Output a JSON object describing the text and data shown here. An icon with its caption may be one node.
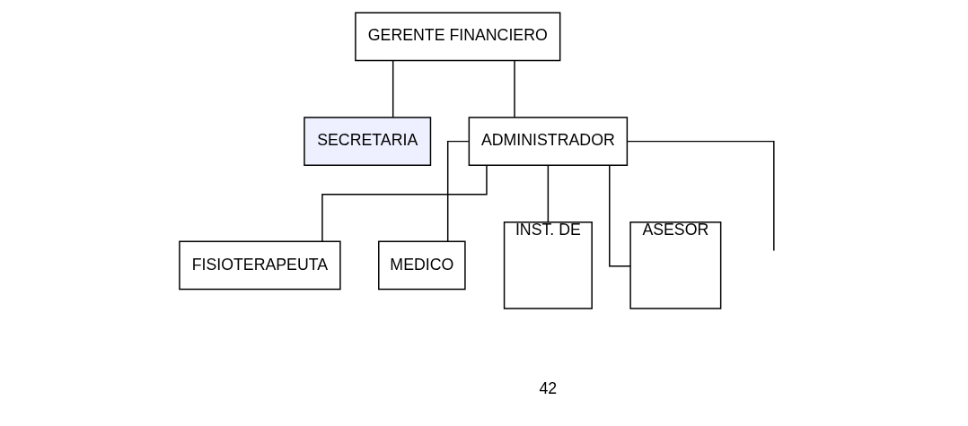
{
  "diagram": {
    "nodes": [
      {
        "text": [
          "GERENTE FINANCIERO"
        ]
      },
      {
        "text": [
          "SECRETARIA"
        ]
      },
      {
        "text": [
          "ADMINISTRADOR"
        ]
      },
      {
        "text": [
          "FISIOTERAPEUTA"
        ]
      },
      {
        "text": [
          "MEDICO"
        ]
      },
      {
        "text": [
          "INST. DE"
        ]
      },
      {
        "text": [
          "ASESOR"
        ]
      }
    ],
    "edges": [
      {
        "from": 0,
        "to": 1,
        "arrow": "none"
      },
      {
        "from": 0,
        "to": 2,
        "arrow": "none"
      },
      {
        "from": 2,
        "to": 3,
        "arrow": "none"
      },
      {
        "from": 2,
        "to": 4,
        "arrow": "none"
      },
      {
        "from": 2,
        "to": 5,
        "arrow": "none"
      },
      {
        "from": 2,
        "to": 6,
        "arrow": "none"
      },
      {
        "from": 2,
        "to": null,
        "arrow": "none"
      }
    ],
    "labels": [
      "42"
    ]
  }
}
